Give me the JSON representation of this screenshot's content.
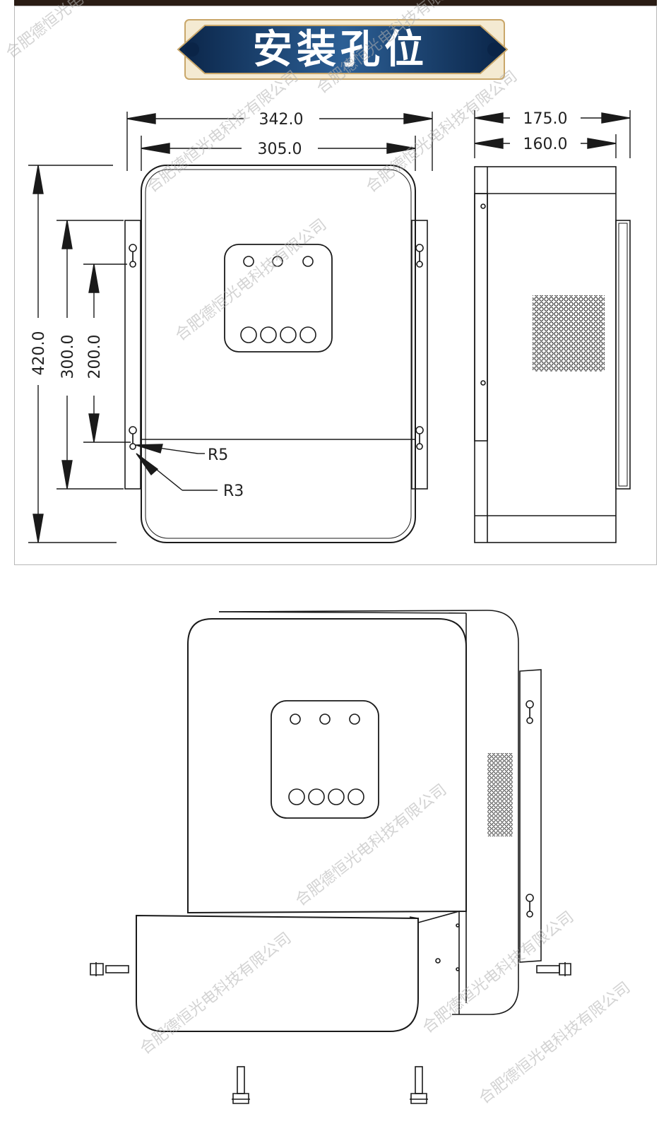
{
  "banner": {
    "title": "安装孔位"
  },
  "dimensions": {
    "width_outer": "342.0",
    "width_inner": "305.0",
    "depth_outer": "175.0",
    "depth_inner": "160.0",
    "height_total": "420.0",
    "height_mid": "300.0",
    "height_holes": "200.0",
    "radius_large": "R5",
    "radius_small": "R3"
  },
  "watermark": {
    "text": "合肥德恒光电科技有限公司"
  },
  "colors": {
    "banner_dark": "#0d2a52",
    "banner_mid": "#2f5b8c",
    "banner_gold": "#c9a76a",
    "line": "#1a1a1a",
    "topbar": "#2a1c14"
  }
}
